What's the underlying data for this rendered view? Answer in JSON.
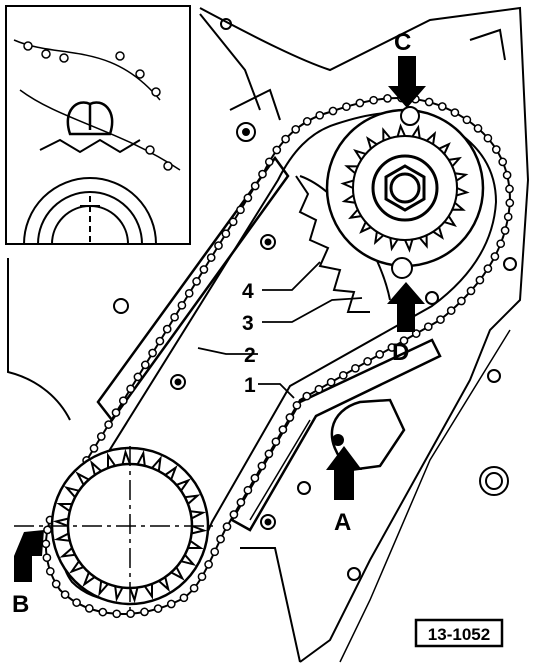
{
  "callouts": {
    "part_1": "1",
    "part_2": "2",
    "part_3": "3",
    "part_4": "4"
  },
  "markers": {
    "A": "A",
    "B": "B",
    "C": "C",
    "D": "D"
  },
  "reference_number": "13-1052",
  "colors": {
    "ink": "#000000",
    "paper": "#ffffff"
  }
}
